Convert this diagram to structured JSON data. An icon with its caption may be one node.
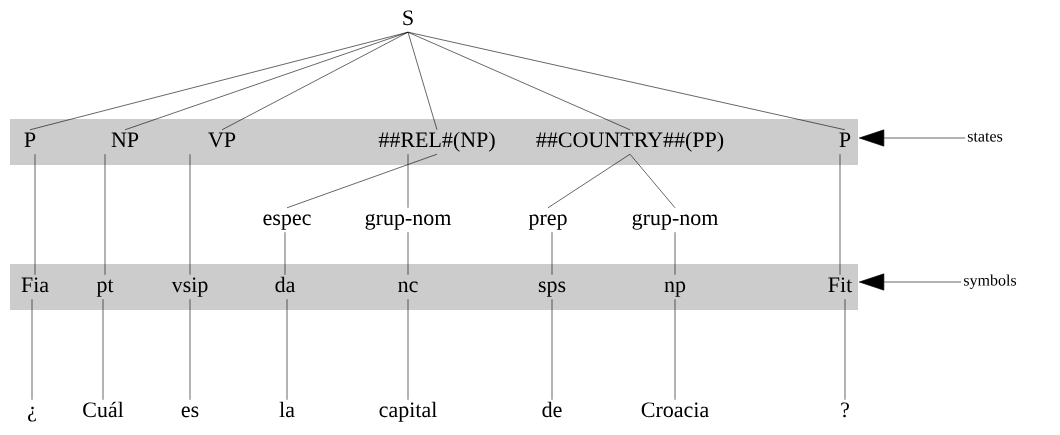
{
  "diagram": {
    "nodes": [
      {
        "text": [
          "S"
        ]
      },
      {
        "text": [],
        "shape": "bar"
      },
      {
        "text": [
          "P"
        ],
        "in": 1
      },
      {
        "text": [
          "NP"
        ],
        "in": 1
      },
      {
        "text": [
          "VP"
        ],
        "in": 1
      },
      {
        "text": [
          "##REL#(NP)"
        ],
        "in": 1
      },
      {
        "text": [
          "##COUNTRY##(PP)"
        ],
        "in": 1
      },
      {
        "text": [
          "P"
        ],
        "in": 1
      },
      {
        "text": [
          "states"
        ]
      },
      {
        "text": [
          "espec"
        ]
      },
      {
        "text": [
          "grup-nom"
        ]
      },
      {
        "text": [
          "prep"
        ]
      },
      {
        "text": [
          "grup-nom"
        ]
      },
      {
        "text": [],
        "shape": "bar"
      },
      {
        "text": [
          "Fia"
        ],
        "in": 13
      },
      {
        "text": [
          "pt"
        ],
        "in": 13
      },
      {
        "text": [
          "vsip"
        ],
        "in": 13
      },
      {
        "text": [
          "da"
        ],
        "in": 13
      },
      {
        "text": [
          "nc"
        ],
        "in": 13
      },
      {
        "text": [
          "sps"
        ],
        "in": 13
      },
      {
        "text": [
          "np"
        ],
        "in": 13
      },
      {
        "text": [
          "Fit"
        ],
        "in": 13
      },
      {
        "text": [
          "symbols"
        ]
      },
      {
        "text": [
          "¿"
        ]
      },
      {
        "text": [
          "Cuál"
        ]
      },
      {
        "text": [
          "es"
        ]
      },
      {
        "text": [
          "la"
        ]
      },
      {
        "text": [
          "capital"
        ]
      },
      {
        "text": [
          "de"
        ]
      },
      {
        "text": [
          "Croacia"
        ]
      },
      {
        "text": [
          "?"
        ]
      }
    ],
    "edges": [
      {
        "from": 0,
        "to": 2,
        "arrow": "none"
      },
      {
        "from": 0,
        "to": 3,
        "arrow": "none"
      },
      {
        "from": 0,
        "to": 4,
        "arrow": "none"
      },
      {
        "from": 0,
        "to": 5,
        "arrow": "none"
      },
      {
        "from": 0,
        "to": 6,
        "arrow": "none"
      },
      {
        "from": 0,
        "to": 7,
        "arrow": "none"
      },
      {
        "from": 8,
        "to": 1,
        "arrow": "to"
      },
      {
        "from": 2,
        "to": 14,
        "arrow": "none"
      },
      {
        "from": 3,
        "to": 15,
        "arrow": "none"
      },
      {
        "from": 4,
        "to": 16,
        "arrow": "none"
      },
      {
        "from": 5,
        "to": 9,
        "arrow": "none"
      },
      {
        "from": 5,
        "to": 10,
        "arrow": "none"
      },
      {
        "from": 6,
        "to": 11,
        "arrow": "none"
      },
      {
        "from": 6,
        "to": 12,
        "arrow": "none"
      },
      {
        "from": 7,
        "to": 21,
        "arrow": "none"
      },
      {
        "from": 9,
        "to": 17,
        "arrow": "none"
      },
      {
        "from": 10,
        "to": 18,
        "arrow": "none"
      },
      {
        "from": 11,
        "to": 19,
        "arrow": "none"
      },
      {
        "from": 12,
        "to": 20,
        "arrow": "none"
      },
      {
        "from": 22,
        "to": 13,
        "arrow": "to"
      },
      {
        "from": 14,
        "to": 23,
        "arrow": "none"
      },
      {
        "from": 15,
        "to": 24,
        "arrow": "none"
      },
      {
        "from": 16,
        "to": 25,
        "arrow": "none"
      },
      {
        "from": 17,
        "to": 26,
        "arrow": "none"
      },
      {
        "from": 18,
        "to": 27,
        "arrow": "none"
      },
      {
        "from": 19,
        "to": 28,
        "arrow": "none"
      },
      {
        "from": 20,
        "to": 29,
        "arrow": "none"
      },
      {
        "from": 21,
        "to": 30,
        "arrow": "none"
      }
    ]
  }
}
